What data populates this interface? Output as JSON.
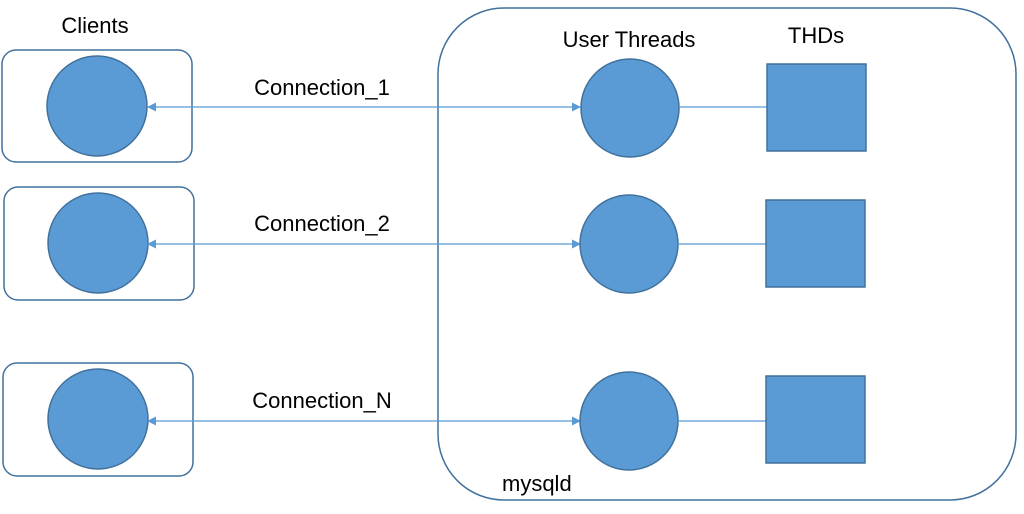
{
  "labels": {
    "clients": "Clients",
    "user_threads": "User Threads",
    "thds": "THDs",
    "server": "mysqld"
  },
  "connections": [
    {
      "label": "Connection_1"
    },
    {
      "label": "Connection_2"
    },
    {
      "label": "Connection_N"
    }
  ],
  "colors": {
    "box_border": "#41719c",
    "fill": "#5b9bd5",
    "line": "#5b9bd5",
    "text": "#000000"
  }
}
